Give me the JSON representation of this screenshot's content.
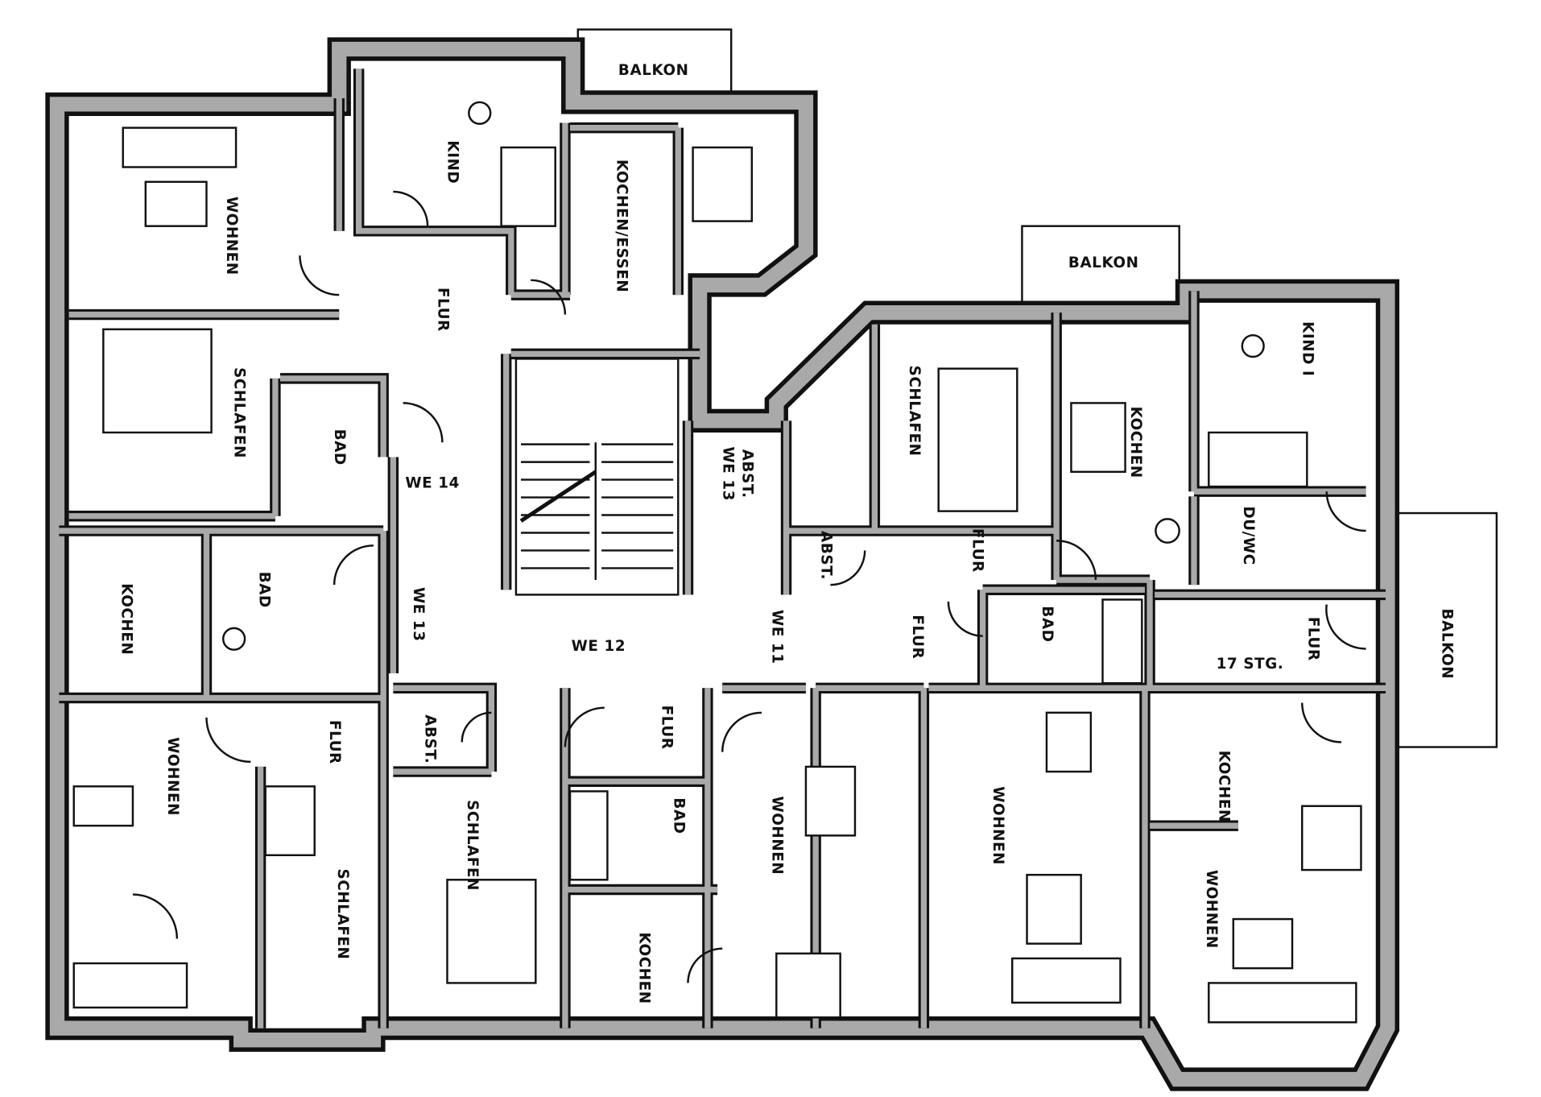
{
  "title": "Grundriss",
  "rooms": [
    "BALKON",
    "KIND",
    "KOCHEN/ESSEN",
    "WOHNEN",
    "FLUR",
    "SCHLAFEN",
    "BAD",
    "WE 14",
    "BALKON",
    "SCHLAFEN",
    "KOCHEN",
    "KIND I",
    "ABST.",
    "WE 13",
    "ABST.",
    "FLUR",
    "DU/WC",
    "KOCHEN",
    "BAD",
    "WE 13",
    "WE 12",
    "WE 11",
    "FLUR",
    "BAD",
    "FLUR",
    "17 STG.",
    "BALKON",
    "ABST.",
    "FLUR",
    "FLUR",
    "WOHNEN",
    "SCHLAFEN",
    "BAD",
    "WOHNEN",
    "WOHNEN",
    "KOCHEN",
    "SCHLAFEN",
    "KOCHEN",
    "WOHNEN"
  ]
}
